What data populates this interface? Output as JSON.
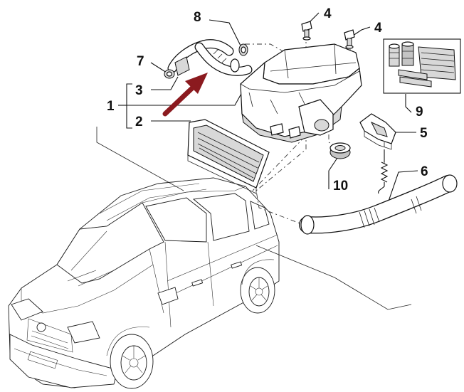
{
  "callouts": {
    "c1": "1",
    "c2": "2",
    "c3": "3",
    "c4a": "4",
    "c4b": "4",
    "c5": "5",
    "c6": "6",
    "c7": "7",
    "c8": "8",
    "c9": "9",
    "c10": "10"
  },
  "colors": {
    "arrow": "#8b1a1f",
    "line": "#111111",
    "shading": "#d8d8d8"
  },
  "icons": {
    "arrow": "red-pointer-arrow"
  }
}
